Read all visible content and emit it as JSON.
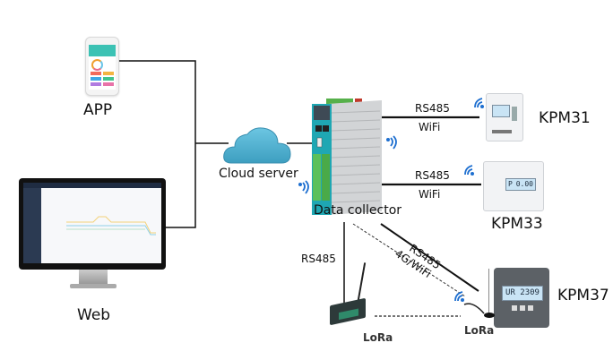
{
  "diagram": {
    "title": "Energy monitoring system architecture",
    "nodes": {
      "app": {
        "label": "APP",
        "icon": "smartphone-icon"
      },
      "web": {
        "label": "Web",
        "icon": "monitor-icon"
      },
      "cloud": {
        "label": "Cloud server",
        "icon": "cloud-icon",
        "color": "#4fb3d1"
      },
      "collector": {
        "label": "Data collector",
        "icon": "din-rail-gateway-icon",
        "accent": "#1fa7b3"
      },
      "kpm31": {
        "label": "KPM31",
        "icon": "din-meter-icon"
      },
      "kpm33": {
        "label": "KPM33",
        "icon": "three-phase-meter-icon",
        "display": "P",
        "display_value": "0.00"
      },
      "kpm37": {
        "label": "KPM37",
        "icon": "lora-meter-icon",
        "display": "UR 2309"
      },
      "lora_gateway": {
        "label": "LoRa",
        "icon": "lora-gateway-icon"
      },
      "lora_antenna": {
        "label": "LoRa",
        "icon": "antenna-icon"
      }
    },
    "links": [
      {
        "from": "app",
        "to": "cloud",
        "style": "solid"
      },
      {
        "from": "web",
        "to": "cloud",
        "style": "solid"
      },
      {
        "from": "cloud",
        "to": "collector",
        "style": "solid"
      },
      {
        "from": "collector",
        "to": "kpm31",
        "style": "solid",
        "label_top": "RS485",
        "label_bottom": "WiFi"
      },
      {
        "from": "collector",
        "to": "kpm33",
        "style": "solid",
        "label_top": "RS485",
        "label_bottom": "WiFi"
      },
      {
        "from": "collector",
        "to": "kpm37",
        "style": "solid",
        "label": "RS485"
      },
      {
        "from": "collector",
        "to": "kpm37",
        "style": "dashed",
        "label": "4G/WiFi"
      },
      {
        "from": "collector",
        "to": "lora_gateway",
        "style": "solid",
        "label": "RS485"
      },
      {
        "from": "lora_gateway",
        "to": "lora_antenna",
        "style": "dashed"
      }
    ],
    "colors": {
      "wifi": "#1e6fd0",
      "line": "#111111"
    }
  }
}
